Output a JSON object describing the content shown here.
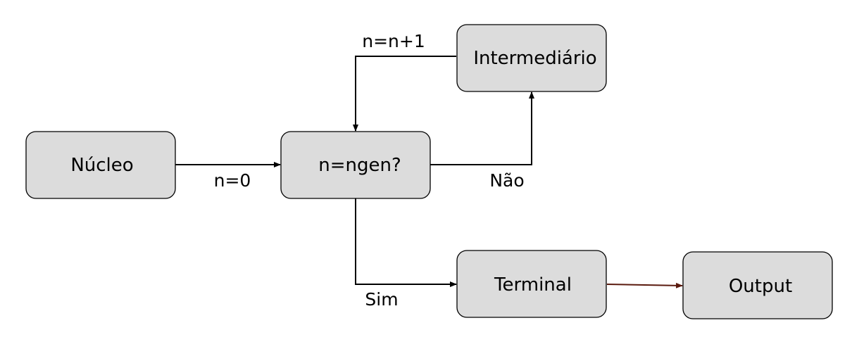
{
  "nodes": {
    "nucleo": "Núcleo",
    "decision": "n=ngen?",
    "intermediario": "Intermediário",
    "terminal": "Terminal",
    "output": "Output"
  },
  "edges": {
    "init_label": "n=0",
    "no_label": "Não",
    "increment_label": "n=n+1",
    "yes_label": "Sim"
  },
  "colors": {
    "box_fill": "#dcdcdc",
    "stroke": "#000000",
    "terminal_to_output_arrow": "#5a1a0e"
  }
}
